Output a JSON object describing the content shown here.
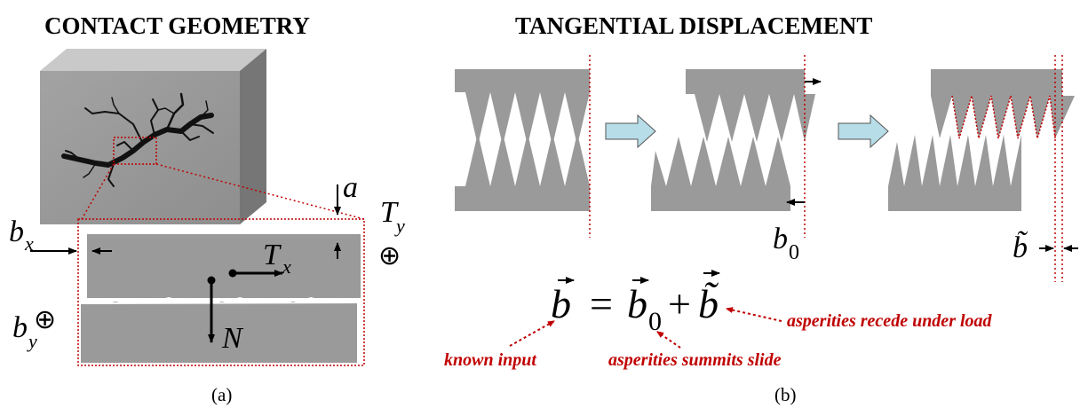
{
  "left_panel": {
    "title": "CONTACT GEOMETRY",
    "caption": "(a)",
    "labels": {
      "a": "a",
      "b_x_main": "b",
      "b_x_sub": "x",
      "b_y_main": "b",
      "b_y_sub": "y",
      "T_x_main": "T",
      "T_x_sub": "x",
      "T_y_main": "T",
      "T_y_sub": "y",
      "N": "N",
      "oplus": "⊕"
    }
  },
  "right_panel": {
    "title": "TANGENTIAL DISPLACEMENT",
    "caption": "(b)",
    "labels": {
      "b0_main": "b",
      "b0_sub": "0",
      "btilde": "b̃"
    },
    "equation": {
      "lhs": "b",
      "equals": "=",
      "term1_main": "b",
      "term1_sub": "0",
      "plus": "+",
      "term2": "b̃"
    },
    "notes": {
      "known_input": "known input",
      "summits_slide": "asperities summits slide",
      "recede": "asperities recede under load"
    }
  },
  "colors": {
    "block_gray": "#9a9a9a",
    "block_dark": "#7f7f7f",
    "block_light": "#c8c8c8",
    "arrow_fill": "#b7dde8",
    "accent_red": "#c00000",
    "crack": "#111111"
  }
}
